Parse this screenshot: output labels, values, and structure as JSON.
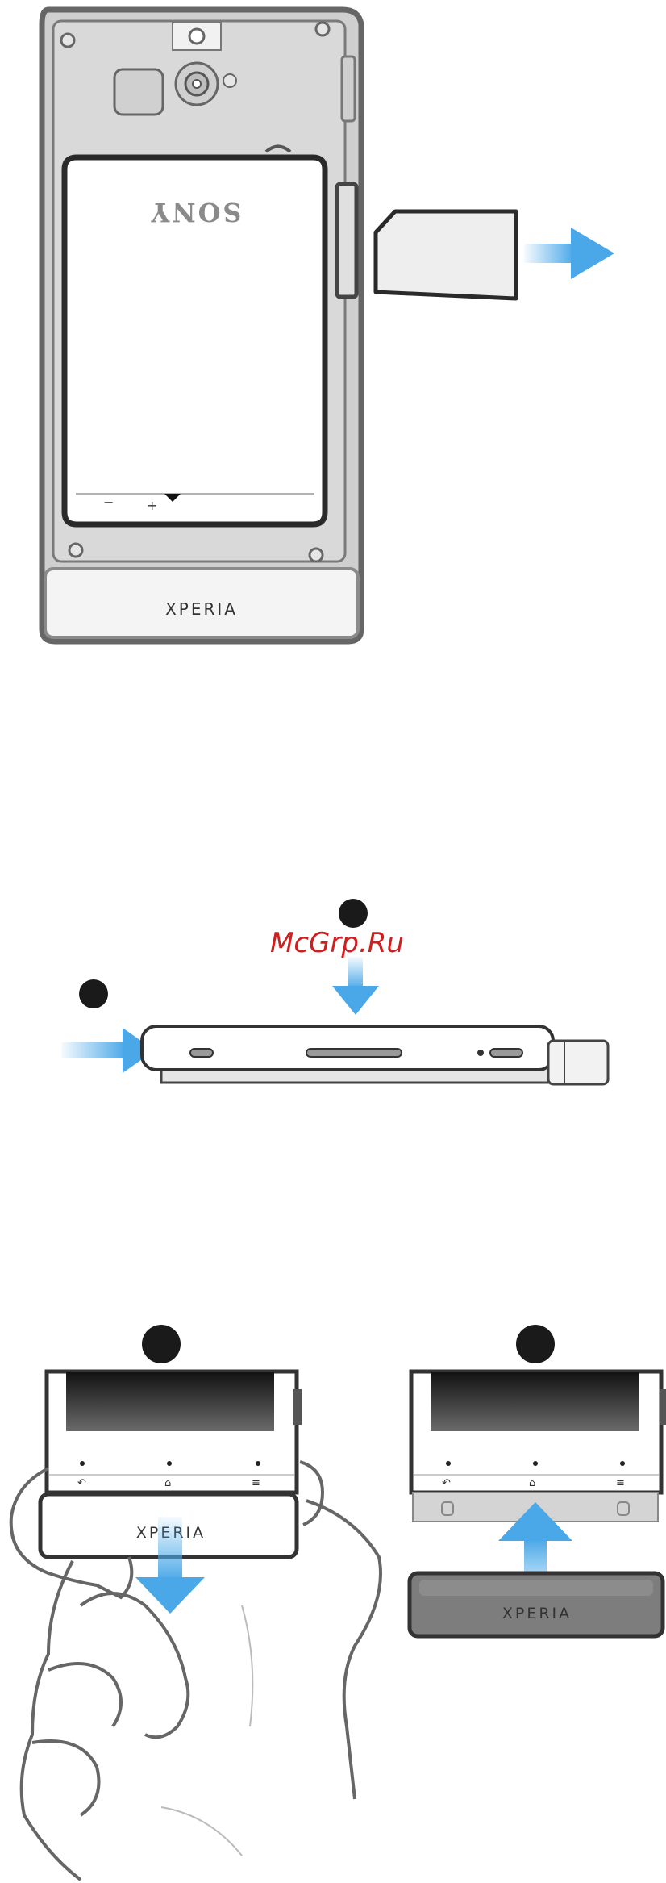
{
  "figure_top": {
    "sony_logo": "SONY",
    "brand": "XPERIA",
    "battery_minus": "−",
    "battery_plus": "+"
  },
  "figure_middle": {
    "watermark": "McGrp.Ru"
  },
  "figure_bottom": {
    "brand_left": "XPERIA",
    "brand_right": "XPERIA"
  },
  "colors": {
    "arrow_blue": "#4aa8e8",
    "outline": "#555555",
    "body_fill": "#dcdcdc",
    "watermark_red": "#d01f1f",
    "marker_black": "#1a1a1a"
  }
}
